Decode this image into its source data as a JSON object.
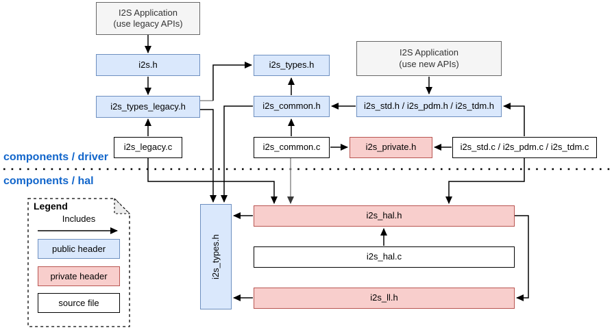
{
  "colors": {
    "public_header_fill": "#dae8fc",
    "public_header_border": "#6c8ebf",
    "private_header_fill": "#f8cecc",
    "private_header_border": "#b85450",
    "source_file_fill": "#ffffff",
    "source_file_border": "#000000",
    "app_box_fill": "#f5f5f5",
    "app_box_border": "#666666",
    "section_label": "#1266cb",
    "connector": "#000000",
    "connector_gray": "#8a8a8a"
  },
  "sections": {
    "driver": "components / driver",
    "hal": "components / hal"
  },
  "nodes": {
    "app_legacy": "I2S Application\n(use legacy APIs)",
    "i2s_h": "i2s.h",
    "i2s_types_legacy_h": "i2s_types_legacy.h",
    "i2s_legacy_c": "i2s_legacy.c",
    "i2s_types_h_driver": "i2s_types.h",
    "i2s_common_h": "i2s_common.h",
    "i2s_common_c": "i2s_common.c",
    "app_new": "I2S Application\n(use new APIs)",
    "i2s_std_pdm_tdm_h": "i2s_std.h / i2s_pdm.h / i2s_tdm.h",
    "i2s_private_h": "i2s_private.h",
    "i2s_std_pdm_tdm_c": "i2s_std.c / i2s_pdm.c / i2s_tdm.c",
    "i2s_types_h_hal": "i2s_types.h",
    "i2s_hal_h": "i2s_hal.h",
    "i2s_hal_c": "i2s_hal.c",
    "i2s_ll_h": "i2s_ll.h"
  },
  "legend": {
    "title": "Legend",
    "includes": "Includes",
    "public_header": "public header",
    "private_header": "private header",
    "source_file": "source file"
  }
}
